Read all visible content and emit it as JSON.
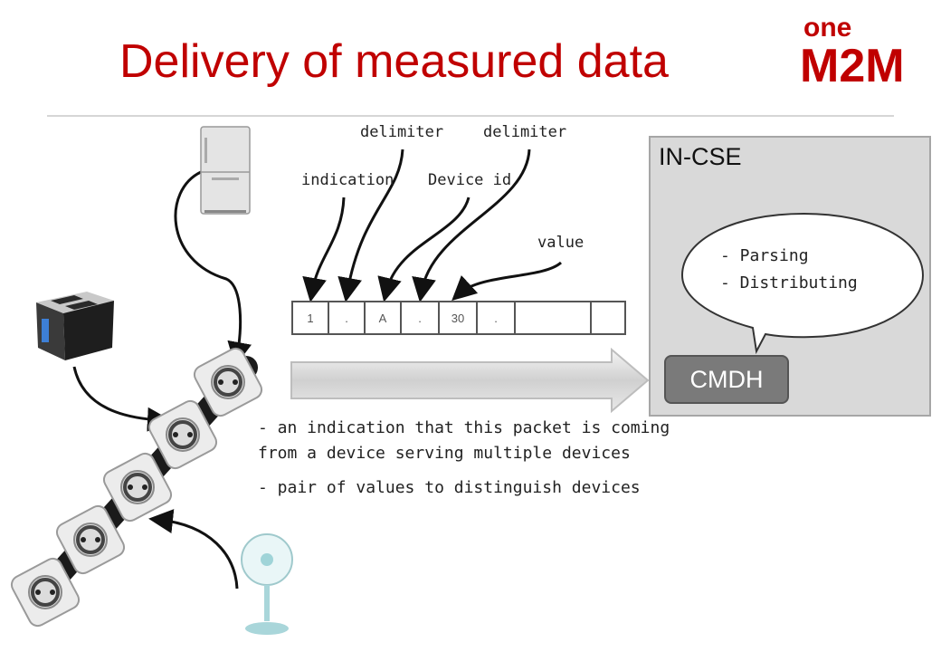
{
  "slide": {
    "title": "Delivery of measured data",
    "logo": {
      "line1": "one",
      "line2": "M2M"
    }
  },
  "packet": {
    "labels": {
      "delimiter_1": "delimiter",
      "delimiter_2": "delimiter",
      "indication": "indication",
      "device_id": "Device id",
      "value": "value"
    },
    "cells": [
      "1",
      ".",
      "A",
      ".",
      "30",
      ".",
      "",
      ""
    ]
  },
  "in_cse": {
    "title": "IN-CSE",
    "bubble_items": [
      "-  Parsing",
      "-  Distributing"
    ],
    "cmdh_label": "CMDH"
  },
  "description": {
    "line1": "- an indication that this packet is coming",
    "line2": "from a device serving multiple devices",
    "line3": "- pair of values to distinguish devices"
  },
  "devices": [
    "refrigerator-icon",
    "toaster-icon",
    "fan-icon",
    "power-strip-icon"
  ],
  "colors": {
    "title": "#c00000",
    "logo": "#c00000",
    "in_cse_bg": "#d9d9d9",
    "cmdh_bg": "#7a7a7a"
  }
}
